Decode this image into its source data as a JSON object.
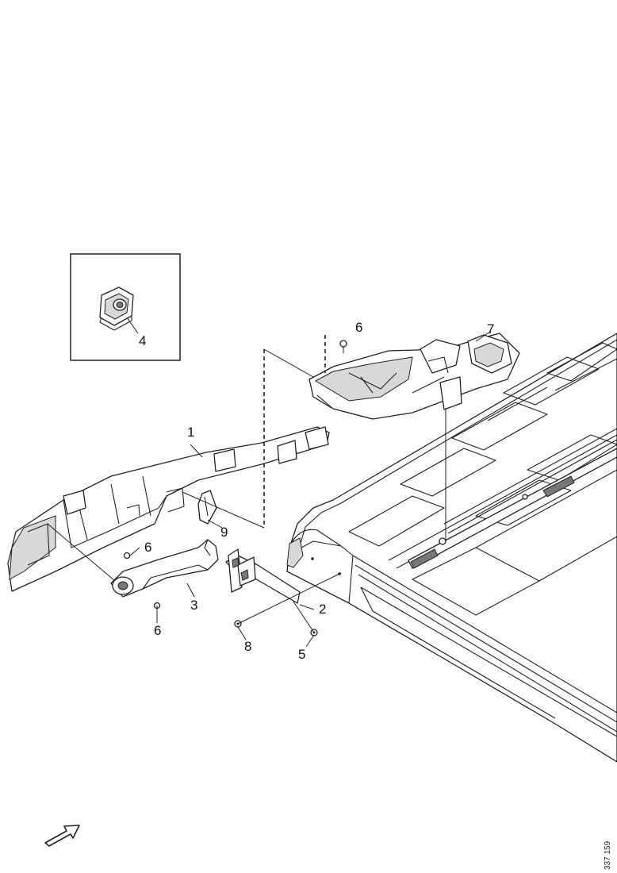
{
  "callouts": {
    "c1": "1",
    "c2": "2",
    "c3": "3",
    "c4": "4",
    "c5": "5",
    "c6a": "6",
    "c6b": "6",
    "c6c": "6",
    "c7": "7",
    "c8": "8",
    "c9": "9"
  },
  "reference_number": "337 159",
  "icons": {
    "direction": "direction-arrow-icon"
  }
}
